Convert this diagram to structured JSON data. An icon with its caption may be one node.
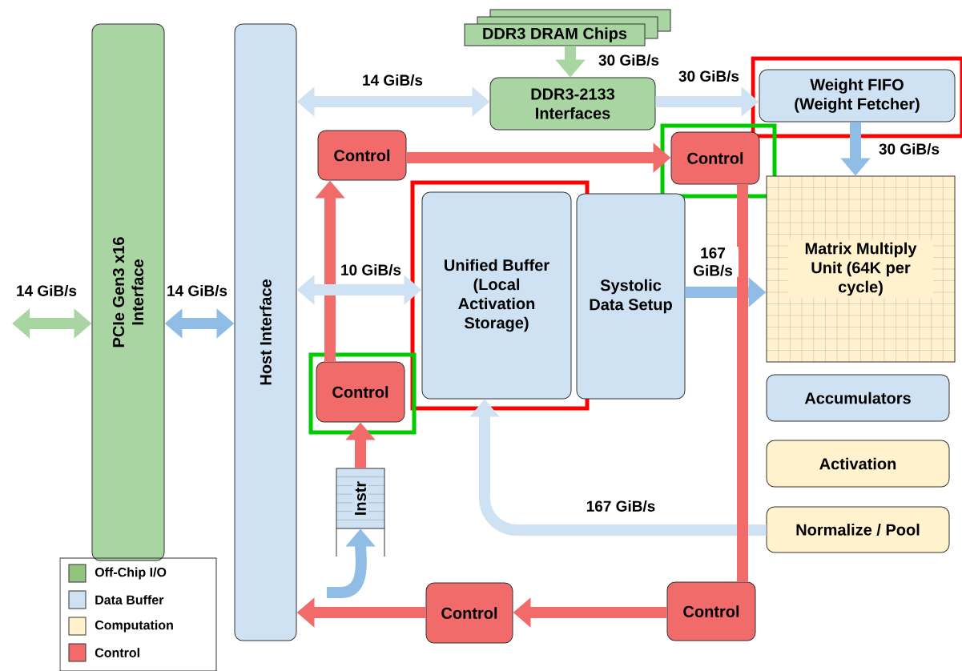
{
  "diagram": {
    "nodes": [
      {
        "text": [
          "PCIe Gen3 x16 Interface"
        ]
      },
      {
        "text": [
          "Host Interface"
        ]
      },
      {
        "text": [
          "DDR3 DRAM Chips"
        ]
      },
      {
        "text": [
          "DDR3-2133 Interfaces"
        ]
      },
      {
        "text": [
          "Weight FIFO (Weight Fetcher)"
        ]
      },
      {
        "text": [
          "Control"
        ]
      },
      {
        "text": [
          "Control"
        ]
      },
      {
        "text": [
          "Unified Buffer (Local Activation Storage)"
        ]
      },
      {
        "text": [
          "Systolic Data Setup"
        ]
      },
      {
        "text": [
          "Matrix Multiply Unit (64K per cycle)"
        ]
      },
      {
        "text": [
          "Control"
        ]
      },
      {
        "text": [
          "Instr"
        ]
      },
      {
        "text": [
          "Accumulators"
        ]
      },
      {
        "text": [
          "Activation"
        ]
      },
      {
        "text": [
          "Normalize / Pool"
        ]
      },
      {
        "text": [
          "Control"
        ]
      },
      {
        "text": [
          "Control"
        ]
      }
    ],
    "edges": [
      {
        "from": null,
        "to": 0,
        "arrow": "both",
        "label": "14 GiB/s",
        "color": "#a8d5a2"
      },
      {
        "from": 0,
        "to": 1,
        "arrow": "both",
        "label": "14 GiB/s",
        "color": "#8fbde6"
      },
      {
        "from": 1,
        "to": 3,
        "arrow": "both",
        "label": "14 GiB/s",
        "color": "#cfe2f3"
      },
      {
        "from": 2,
        "to": 3,
        "arrow": "to",
        "label": "30 GiB/s",
        "color": "#a8d5a2"
      },
      {
        "from": 3,
        "to": 4,
        "arrow": "to",
        "label": "30 GiB/s",
        "color": "#cfe2f3"
      },
      {
        "from": 4,
        "to": 9,
        "arrow": "to",
        "label": "30 GiB/s",
        "color": "#8fbde6"
      },
      {
        "from": 5,
        "to": 6,
        "arrow": "to"
      },
      {
        "from": 10,
        "to": 5,
        "arrow": "to"
      },
      {
        "from": 1,
        "to": 7,
        "arrow": "both",
        "label": "10 GiB/s",
        "color": "#cfe2f3"
      },
      {
        "from": 8,
        "to": 9,
        "arrow": "to",
        "label": "167 GiB/s",
        "color": "#8fbde6"
      },
      {
        "from": 11,
        "to": 10,
        "arrow": "to"
      },
      {
        "from": null,
        "to": 11,
        "arrow": "to",
        "color": "#8fbde6"
      },
      {
        "from": 14,
        "to": 7,
        "arrow": "to",
        "label": "167 GiB/s",
        "color": "#cfe2f3"
      },
      {
        "from": 6,
        "to": 16,
        "arrow": "none"
      },
      {
        "from": 16,
        "to": 15,
        "arrow": "to"
      },
      {
        "from": 15,
        "to": 1,
        "arrow": "to"
      }
    ],
    "legend": [
      {
        "text": "Off-Chip I/O",
        "color": "#93c47d"
      },
      {
        "text": "Data Buffer",
        "color": "#cfe2f3"
      },
      {
        "text": "Computation",
        "color": "#fff2cc"
      },
      {
        "text": "Control",
        "color": "#f26b6b"
      }
    ]
  }
}
